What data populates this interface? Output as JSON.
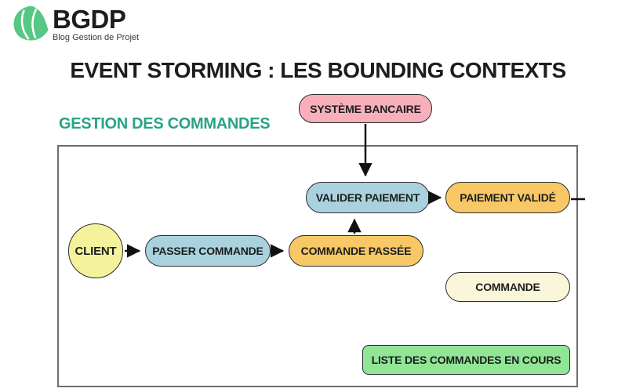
{
  "brand": {
    "name": "BGDP",
    "tagline": "Blog Gestion de Projet",
    "logo_icon": "leaf-icon",
    "logo_color": "#57c785"
  },
  "title": "EVENT STORMING : LES BOUNDING CONTEXTS",
  "bounded_context": {
    "label": "GESTION DES COMMANDES",
    "label_color": "#29a286",
    "border_color": "#6e6e6e"
  },
  "nodes": {
    "systeme_bancaire": {
      "label": "SYSTÈME BANCAIRE",
      "type": "external-system",
      "color": "#f7afbc"
    },
    "valider_paiement": {
      "label": "VALIDER PAIEMENT",
      "type": "command",
      "color": "#a9d2de"
    },
    "paiement_valide": {
      "label": "PAIEMENT VALIDÉ",
      "type": "event",
      "color": "#f7c865"
    },
    "client": {
      "label": "CLIENT",
      "type": "actor",
      "color": "#f5f29c"
    },
    "passer_commande": {
      "label": "PASSER COMMANDE",
      "type": "command",
      "color": "#a9d2de"
    },
    "commande_passee": {
      "label": "COMMANDE PASSÉE",
      "type": "event",
      "color": "#f7c865"
    },
    "commande": {
      "label": "COMMANDE",
      "type": "read-model",
      "color": "#faf6d9"
    },
    "liste_commandes": {
      "label": "LISTE DES COMMANDES EN COURS",
      "type": "view",
      "color": "#90e695"
    }
  },
  "edges": [
    {
      "from": "systeme_bancaire",
      "to": "valider_paiement",
      "arrow": true
    },
    {
      "from": "client",
      "to": "passer_commande",
      "arrow": true
    },
    {
      "from": "passer_commande",
      "to": "commande_passee",
      "arrow": true
    },
    {
      "from": "commande_passee",
      "to": "valider_paiement",
      "arrow": true
    },
    {
      "from": "valider_paiement",
      "to": "paiement_valide",
      "arrow": true
    },
    {
      "from": "paiement_valide",
      "to": "outside-context-right",
      "arrow": false
    }
  ],
  "arrow_color": "#111111"
}
